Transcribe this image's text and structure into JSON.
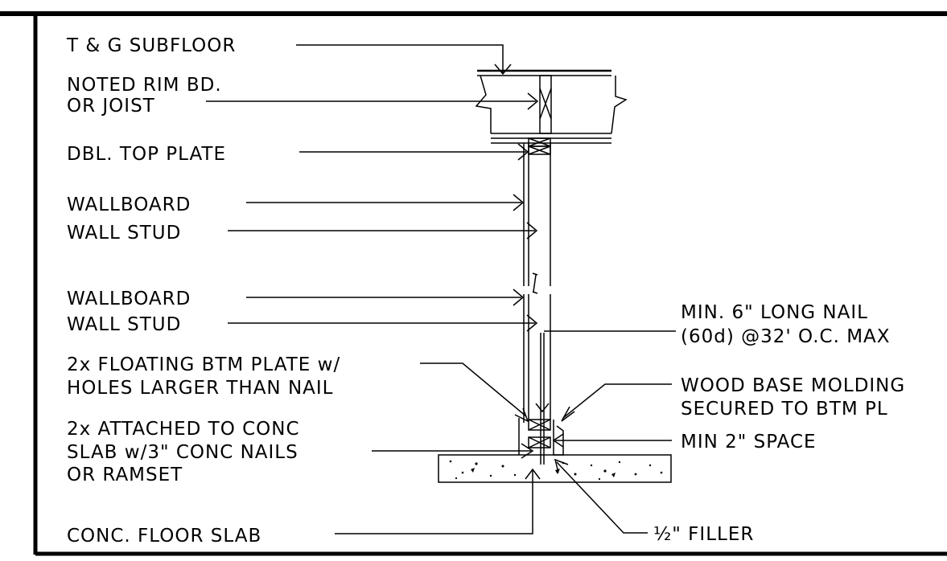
{
  "labels": {
    "subfloor": "T & G SUBFLOOR",
    "rim_line1": "NOTED RIM BD.",
    "rim_line2": "OR JOIST",
    "top_plate": "DBL. TOP PLATE",
    "wallboard_upper": "WALLBOARD",
    "stud_upper": "WALL STUD",
    "wallboard_lower": "WALLBOARD",
    "stud_lower": "WALL STUD",
    "floating_line1": "2x FLOATING BTM PLATE w/",
    "floating_line2": "HOLES LARGER THAN NAIL",
    "attached_line1": "2x ATTACHED TO CONC",
    "attached_line2": "SLAB w/3\" CONC NAILS",
    "attached_line3": "OR RAMSET",
    "slab": "CONC. FLOOR SLAB",
    "nail_line1": "MIN. 6\" LONG NAIL",
    "nail_line2": "(60d) @32' O.C. MAX",
    "molding_line1": "WOOD BASE MOLDING",
    "molding_line2": "SECURED TO BTM PL",
    "space": "MIN 2\" SPACE",
    "filler": "½\" FILLER"
  }
}
